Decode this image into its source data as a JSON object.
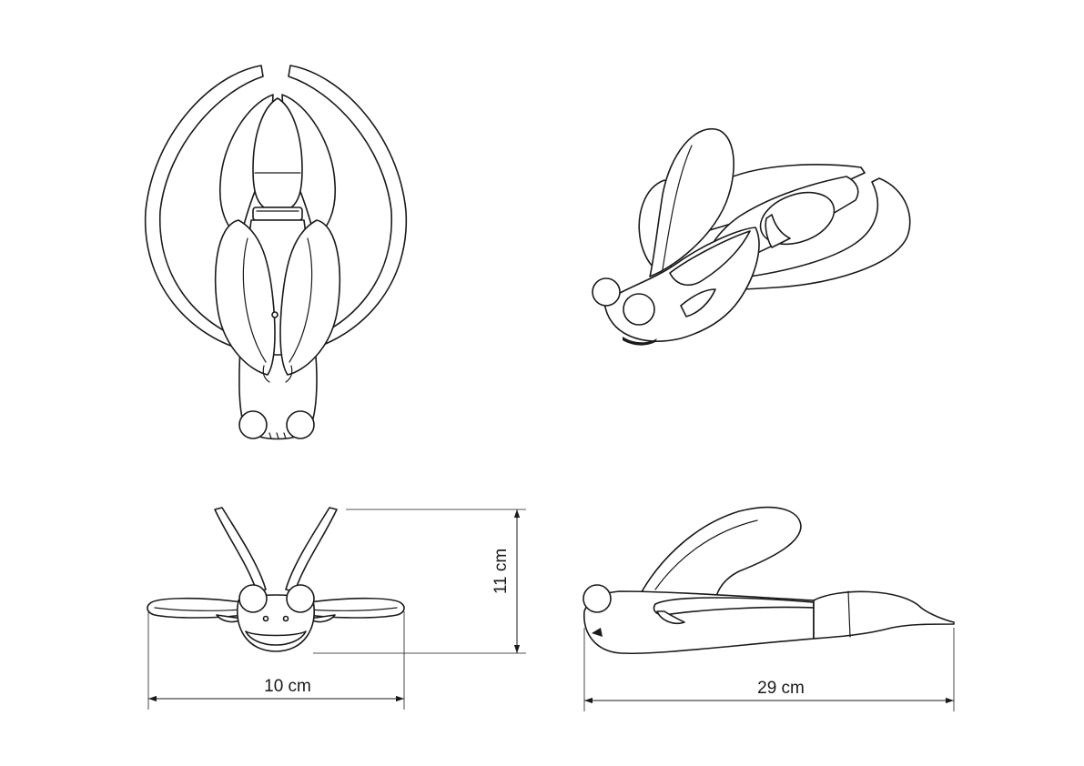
{
  "dimensions": {
    "width": "10 cm",
    "height": "11 cm",
    "length": "29 cm"
  },
  "colors": {
    "line": "#1a1a1a",
    "background": "#ffffff"
  }
}
